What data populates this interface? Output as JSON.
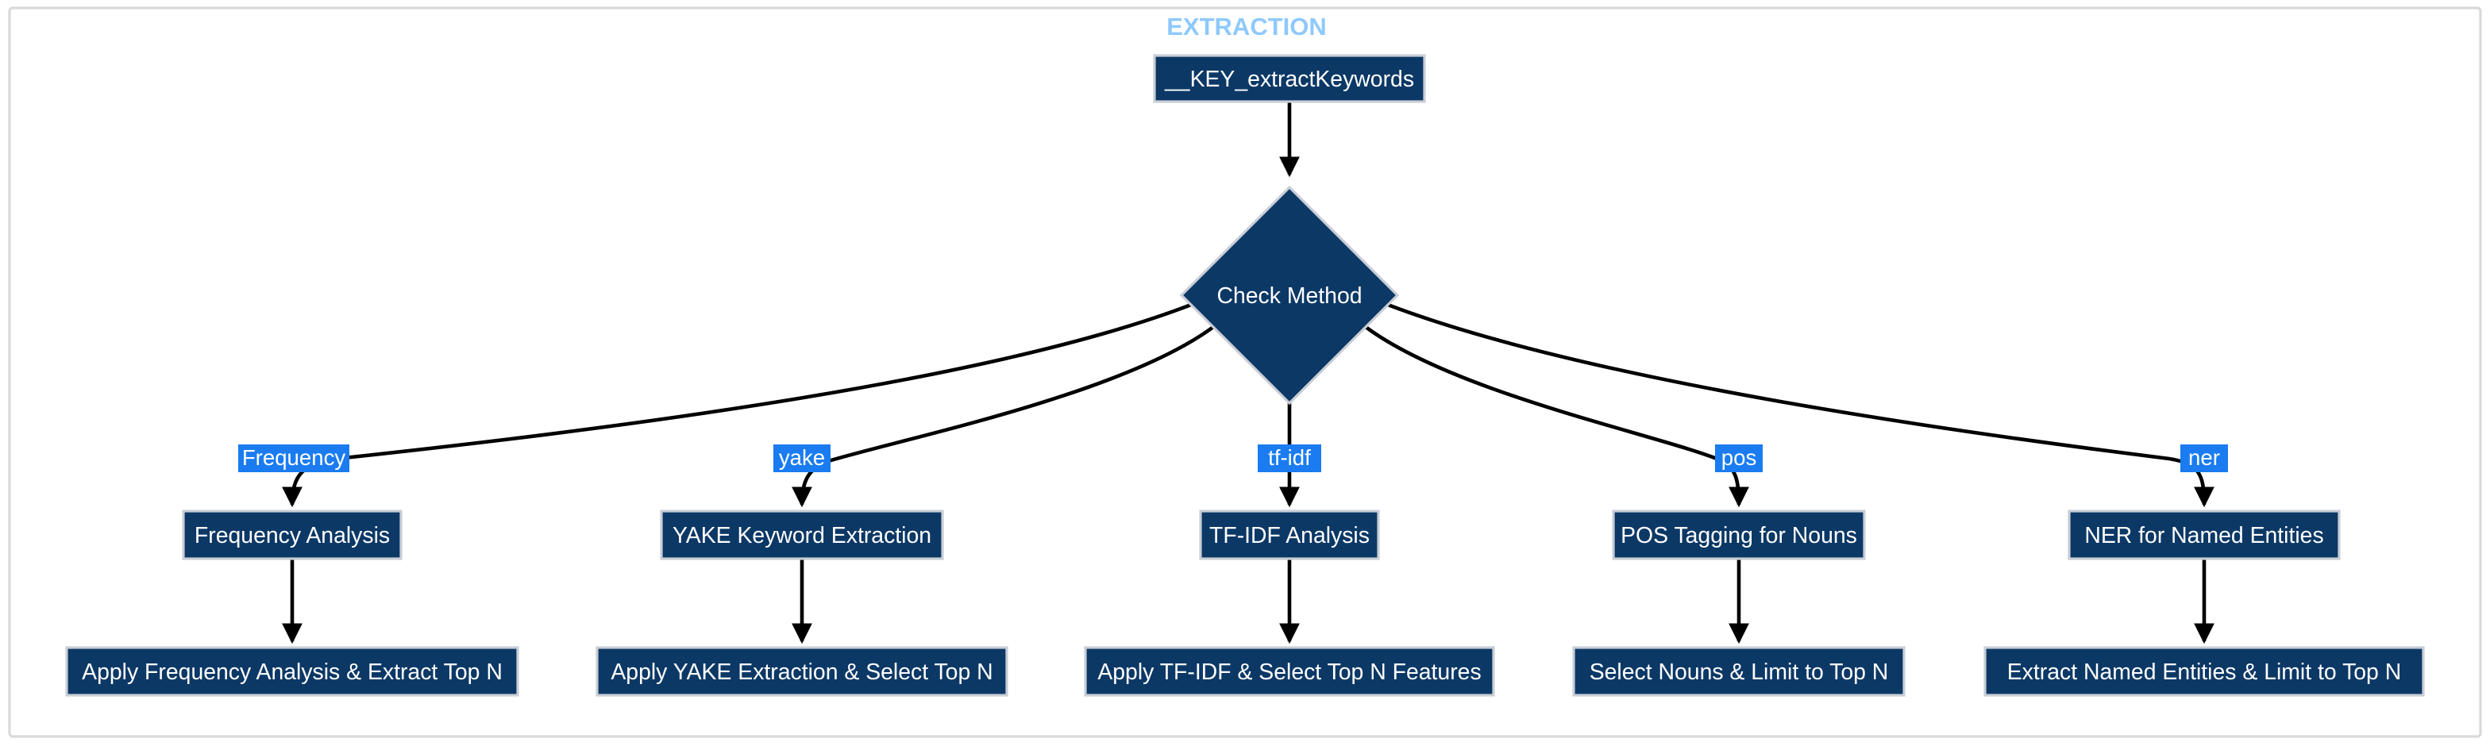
{
  "diagram": {
    "title": "EXTRACTION",
    "root": {
      "label": "__KEY_extractKeywords"
    },
    "decision": {
      "label": "Check Method"
    },
    "branches": [
      {
        "edge_label": "Frequency",
        "node_label": "Frequency Analysis",
        "action_label": "Apply Frequency Analysis & Extract Top N"
      },
      {
        "edge_label": "yake",
        "node_label": "YAKE Keyword Extraction",
        "action_label": "Apply YAKE Extraction & Select Top N"
      },
      {
        "edge_label": "tf-idf",
        "node_label": "TF-IDF Analysis",
        "action_label": "Apply TF-IDF & Select Top N Features"
      },
      {
        "edge_label": "pos",
        "node_label": "POS Tagging for Nouns",
        "action_label": "Select Nouns & Limit to Top N"
      },
      {
        "edge_label": "ner",
        "node_label": "NER for Named Entities",
        "action_label": "Extract Named Entities & Limit to Top N"
      }
    ],
    "colors": {
      "title": "#8ec9fc",
      "node_fill": "#0c3866",
      "node_border": "#c9ced6",
      "node_text": "#ffffff",
      "edge": "#000000",
      "edge_label_bg": "#1a7cf0",
      "edge_label_text": "#ffffff",
      "background": "#ffffff",
      "frame_border": "#d9d9d9"
    }
  }
}
